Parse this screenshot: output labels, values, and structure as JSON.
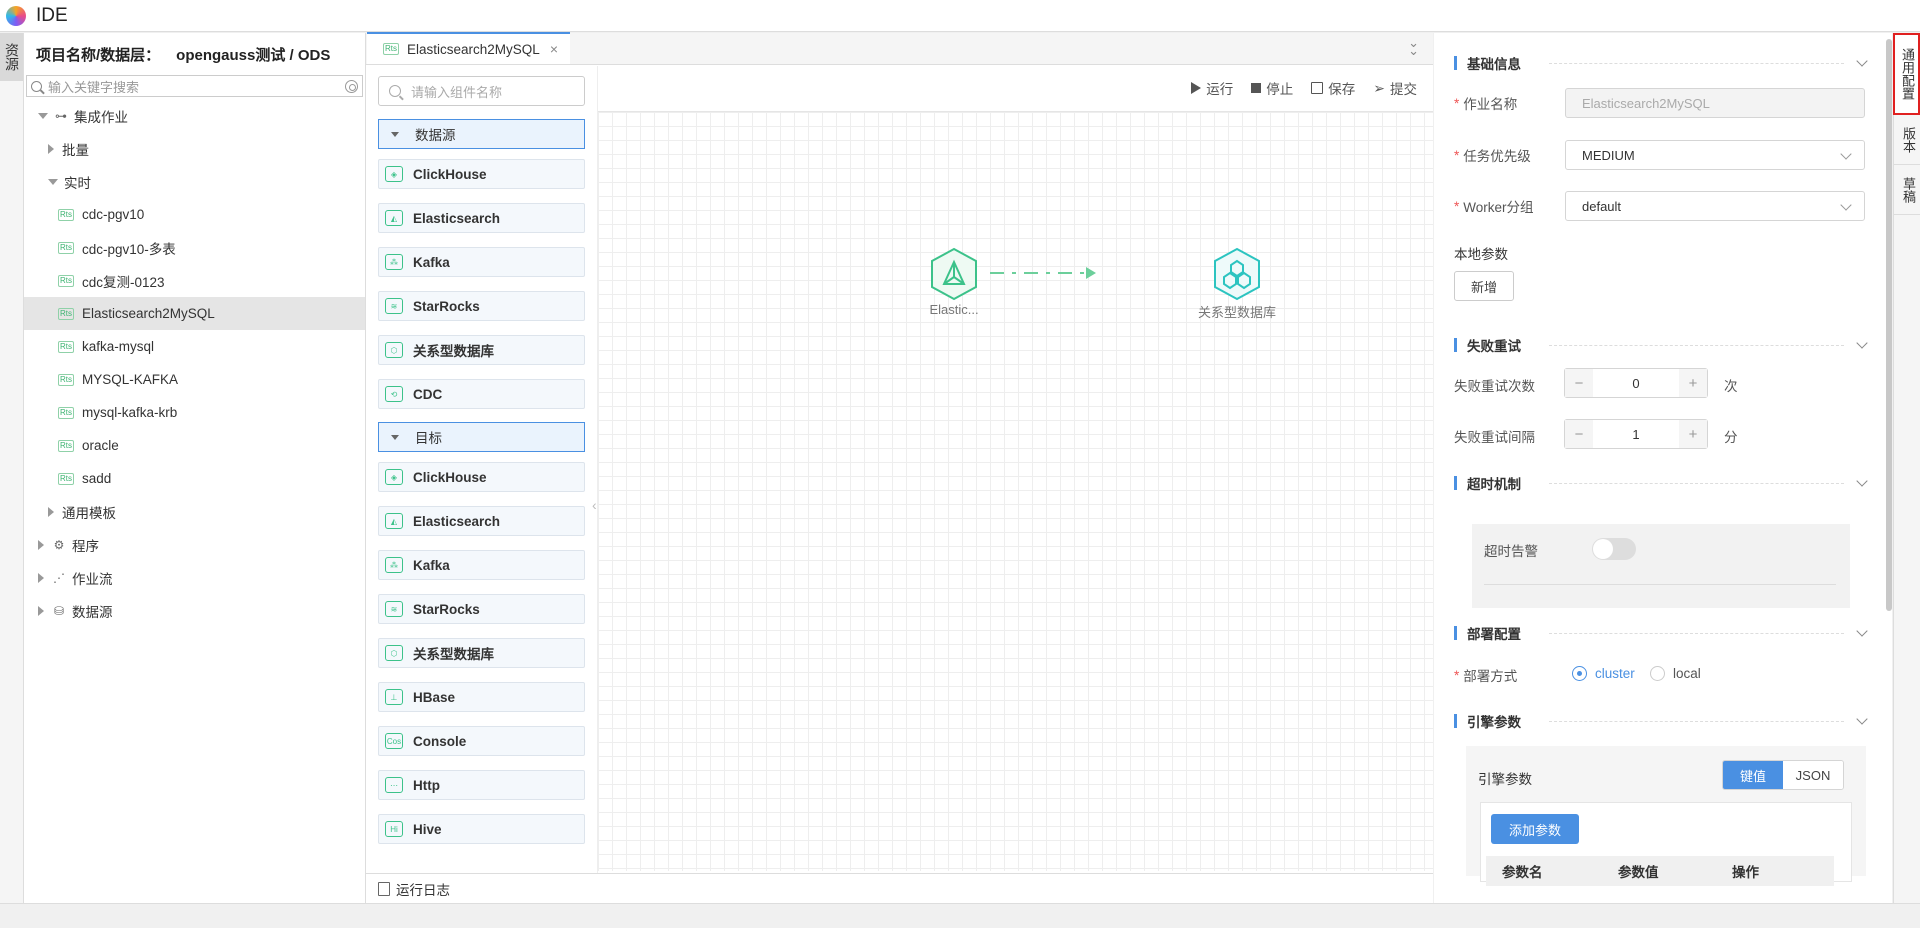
{
  "app": {
    "title": "IDE"
  },
  "left_rail": {
    "tab": "资源"
  },
  "project": {
    "label": "项目名称/数据层：",
    "value": "opengauss测试 / ODS"
  },
  "tree_search": {
    "placeholder": "输入关键字搜索"
  },
  "tree": {
    "root": "集成作业",
    "batch": "批量",
    "realtime": "实时",
    "tag": "Rts",
    "jobs": [
      "cdc-pgv10",
      "cdc-pgv10-多表",
      "cdc复测-0123",
      "Elasticsearch2MySQL",
      "kafka-mysql",
      "MYSQL-KAFKA",
      "mysql-kafka-krb",
      "oracle",
      "sadd"
    ],
    "selected_job": "Elasticsearch2MySQL",
    "template": "通用模板",
    "program": "程序",
    "workflow": "作业流",
    "datasource": "数据源"
  },
  "editor": {
    "tab_label": "Elasticsearch2MySQL",
    "tab_tag": "Rts"
  },
  "palette": {
    "search_placeholder": "请输入组件名称",
    "source_group": "数据源",
    "sources": [
      {
        "label": "ClickHouse",
        "icon": "clickhouse-icon"
      },
      {
        "label": "Elasticsearch",
        "icon": "elasticsearch-icon"
      },
      {
        "label": "Kafka",
        "icon": "kafka-icon"
      },
      {
        "label": "StarRocks",
        "icon": "starrocks-icon"
      },
      {
        "label": "关系型数据库",
        "icon": "rdbms-icon"
      },
      {
        "label": "CDC",
        "icon": "cdc-icon"
      }
    ],
    "target_group": "目标",
    "targets": [
      {
        "label": "ClickHouse",
        "icon": "clickhouse-icon"
      },
      {
        "label": "Elasticsearch",
        "icon": "elasticsearch-icon"
      },
      {
        "label": "Kafka",
        "icon": "kafka-icon"
      },
      {
        "label": "StarRocks",
        "icon": "starrocks-icon"
      },
      {
        "label": "关系型数据库",
        "icon": "rdbms-icon"
      },
      {
        "label": "HBase",
        "icon": "hbase-icon"
      },
      {
        "label": "Console",
        "icon": "console-icon",
        "glyph": "Cos"
      },
      {
        "label": "Http",
        "icon": "http-icon"
      },
      {
        "label": "Hive",
        "icon": "hive-icon",
        "glyph": "Hi"
      }
    ]
  },
  "toolbar": {
    "run": "运行",
    "stop": "停止",
    "save": "保存",
    "submit": "提交"
  },
  "flow": {
    "source_node": "Elastic...",
    "target_node": "关系型数据库"
  },
  "bottom": {
    "log": "运行日志"
  },
  "props": {
    "basic": {
      "title": "基础信息"
    },
    "job_name": {
      "label": "作业名称",
      "value": "Elasticsearch2MySQL"
    },
    "priority": {
      "label": "任务优先级",
      "value": "MEDIUM"
    },
    "worker": {
      "label": "Worker分组",
      "value": "default"
    },
    "local_params": {
      "label": "本地参数",
      "add": "新增"
    },
    "retry": {
      "title": "失败重试",
      "count_label": "失败重试次数",
      "count": "0",
      "count_unit": "次",
      "interval_label": "失败重试间隔",
      "interval": "1",
      "interval_unit": "分",
      "minus": "−",
      "plus": "+"
    },
    "timeout": {
      "title": "超时机制",
      "alarm": "超时告警"
    },
    "deploy": {
      "title": "部署配置",
      "mode_label": "部署方式",
      "cluster": "cluster",
      "local": "local",
      "selected": "cluster"
    },
    "engine": {
      "title": "引擎参数",
      "label": "引擎参数",
      "kv": "键值",
      "json": "JSON",
      "add": "添加参数",
      "col_name": "参数名",
      "col_value": "参数值",
      "col_op": "操作"
    }
  },
  "right_rail": {
    "tabs": [
      "通用配置",
      "版本",
      "草稿"
    ],
    "active": "通用配置"
  }
}
